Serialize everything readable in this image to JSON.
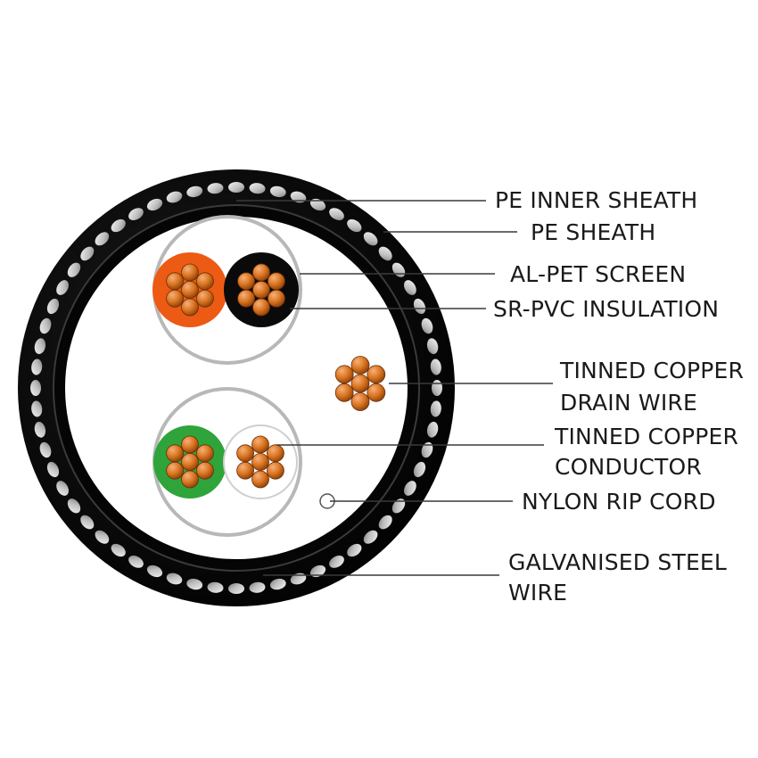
{
  "labels": {
    "pe_inner_sheath": "PE INNER SHEATH",
    "pe_sheath": "PE SHEATH",
    "al_pet_screen": "AL-PET SCREEN",
    "sr_pvc_insulation": "SR-PVC INSULATION",
    "drain_wire_line1": "TINNED COPPER",
    "drain_wire_line2": "DRAIN WIRE",
    "conductor_line1": "TINNED COPPER",
    "conductor_line2": "CONDUCTOR",
    "rip_cord": "NYLON RIP CORD",
    "steel_wire_line1": "GALVANISED STEEL",
    "steel_wire_line2": "WIRE"
  },
  "colors": {
    "outer_sheath": "#0c0c0c",
    "steel_wire": "#cfcfcf",
    "inner_sheath": "#050505",
    "filler": "#ffffff",
    "screen_ring": "#bdbdbd",
    "copper": "#d9731e",
    "insulation_orange": "#ec5a14",
    "insulation_black": "#0a0a0a",
    "insulation_green": "#2fa43a",
    "insulation_white": "#ffffff"
  },
  "icons": {
    "cable": "cable-cross-section-icon"
  }
}
